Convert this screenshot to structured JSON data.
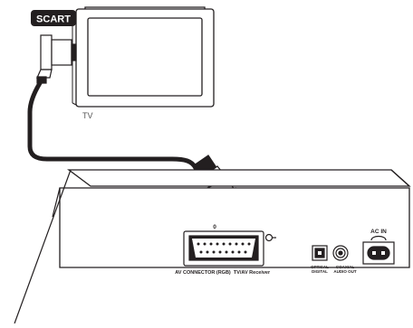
{
  "labels": {
    "scart_badge": "SCART",
    "tv": "TV",
    "scart_port_number": "0",
    "av_connector": "AV CONNECTOR (RGB)",
    "tv_av_receiver": "TV/AV Receiver",
    "optical_line1": "OPTICAL",
    "optical_line2": "DIGITAL",
    "coaxial_line1": "COAXIAL",
    "coaxial_line2": "AUDIO OUT",
    "ac_in": "AC IN"
  },
  "colors": {
    "badge_bg": "#231f20",
    "badge_text": "#ffffff",
    "line": "#231f20",
    "fill": "#ffffff",
    "cable": "#231f20"
  }
}
